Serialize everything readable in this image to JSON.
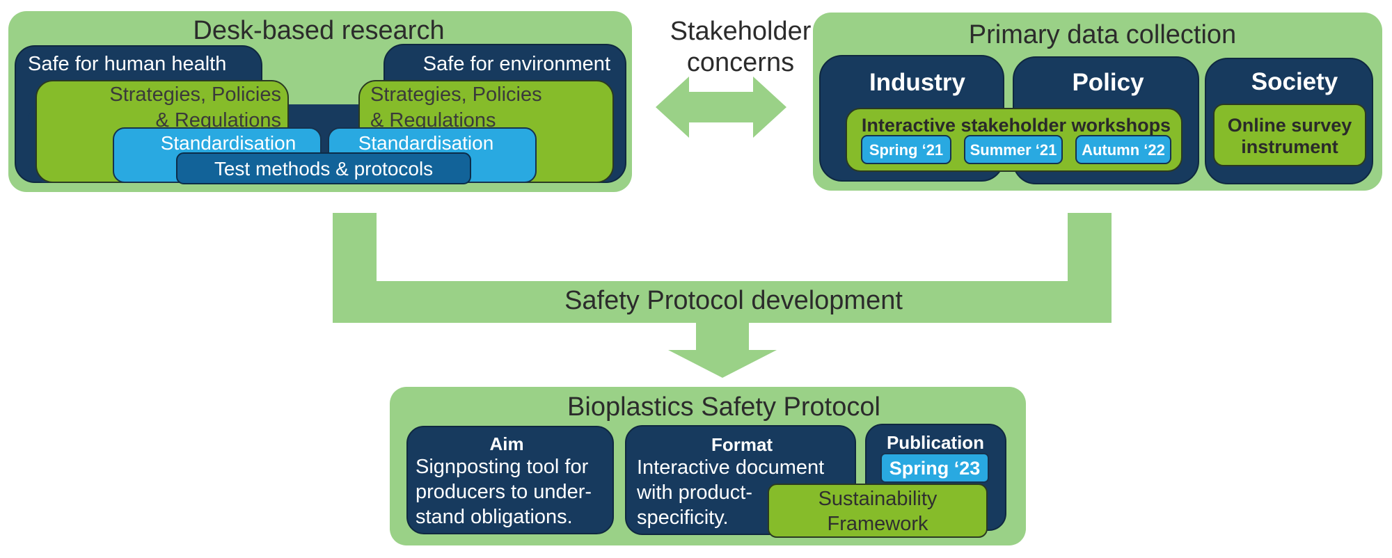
{
  "colors": {
    "light_green": "#9ad187",
    "navy": "#173a5e",
    "green": "#86bc2a",
    "blue": "#29a9e1",
    "dark_blue": "#126399",
    "text_dark": "#2b2b2b",
    "text_light": "#ffffff"
  },
  "desk": {
    "title": "Desk-based research",
    "human_health": "Safe for human health",
    "environment": "Safe for environment",
    "spr_left_line1": "Strategies, Policies",
    "spr_left_line2": "& Regulations",
    "spr_right_line1": "Strategies, Policies",
    "spr_right_line2": "& Regulations",
    "standardisation_left": "Standardisation",
    "standardisation_right": "Standardisation",
    "test_methods": "Test methods & protocols"
  },
  "stakeholder": {
    "line1": "Stakeholder",
    "line2": "concerns"
  },
  "primary": {
    "title": "Primary data collection",
    "industry": "Industry",
    "policy": "Policy",
    "society": "Society",
    "workshops": "Interactive stakeholder workshops",
    "chips": [
      "Spring ‘21",
      "Summer ‘21",
      "Autumn ‘22"
    ],
    "survey_line1": "Online survey",
    "survey_line2": "instrument"
  },
  "development": {
    "label": "Safety Protocol development"
  },
  "protocol": {
    "title": "Bioplastics Safety Protocol",
    "aim_title": "Aim",
    "aim_lines": [
      "Signposting tool for",
      "producers to under-",
      "stand obligations."
    ],
    "format_title": "Format",
    "format_lines": [
      "Interactive document",
      "with product-",
      "specificity."
    ],
    "publication_title": "Publication",
    "publication_chip": "Spring ‘23",
    "framework_line1": "Sustainability",
    "framework_line2": "Framework"
  }
}
